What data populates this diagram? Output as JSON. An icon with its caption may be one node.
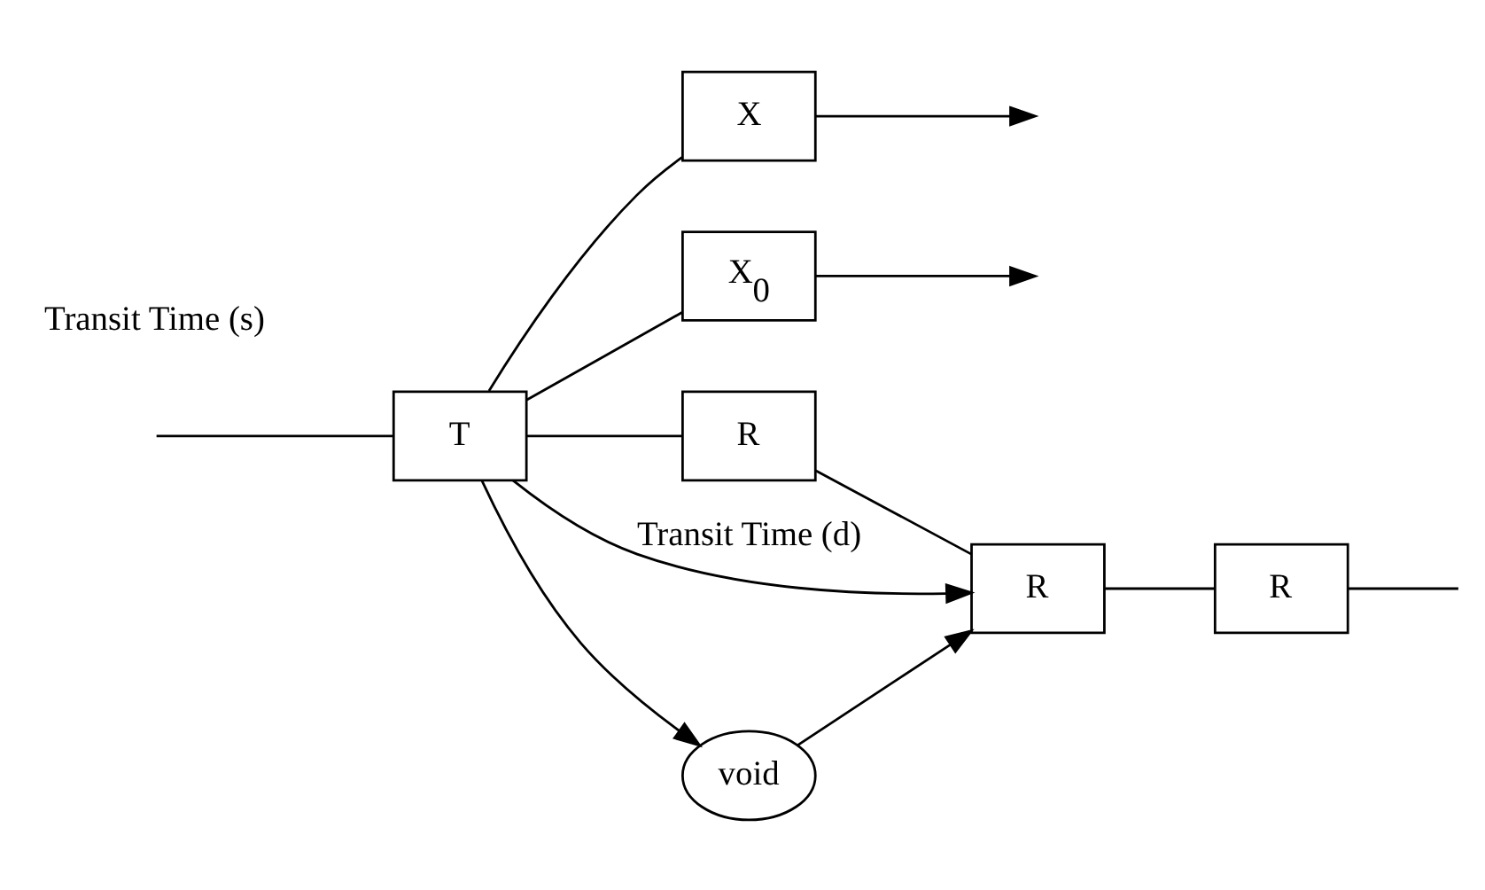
{
  "diagram": {
    "nodes": [
      {
        "text": [
          "X"
        ]
      },
      {
        "text": [
          "X$_{0}$"
        ]
      },
      {
        "text": [
          "T"
        ]
      },
      {
        "text": [
          "R"
        ]
      },
      {
        "text": [
          "R"
        ]
      },
      {
        "text": [
          "R"
        ]
      },
      {
        "text": [
          "void"
        ]
      }
    ],
    "edges": [
      {
        "from": 2,
        "to": 0,
        "arrow": "none"
      },
      {
        "from": 2,
        "to": 1,
        "arrow": "none"
      },
      {
        "from": 0,
        "to": null,
        "arrow": "to"
      },
      {
        "from": 1,
        "to": null,
        "arrow": "to"
      },
      {
        "from": null,
        "to": 2,
        "arrow": "none"
      },
      {
        "from": 2,
        "to": 3,
        "arrow": "none"
      },
      {
        "from": 3,
        "to": 4,
        "arrow": "none"
      },
      {
        "from": 4,
        "to": 5,
        "arrow": "none"
      },
      {
        "from": 5,
        "to": null,
        "arrow": "none"
      },
      {
        "from": 2,
        "to": 4,
        "arrow": "to",
        "label": "Transit Time (d)"
      },
      {
        "from": 2,
        "to": 6,
        "arrow": "to"
      },
      {
        "from": 6,
        "to": 4,
        "arrow": "to"
      }
    ],
    "labels": [
      "Transit Time (s)"
    ]
  }
}
